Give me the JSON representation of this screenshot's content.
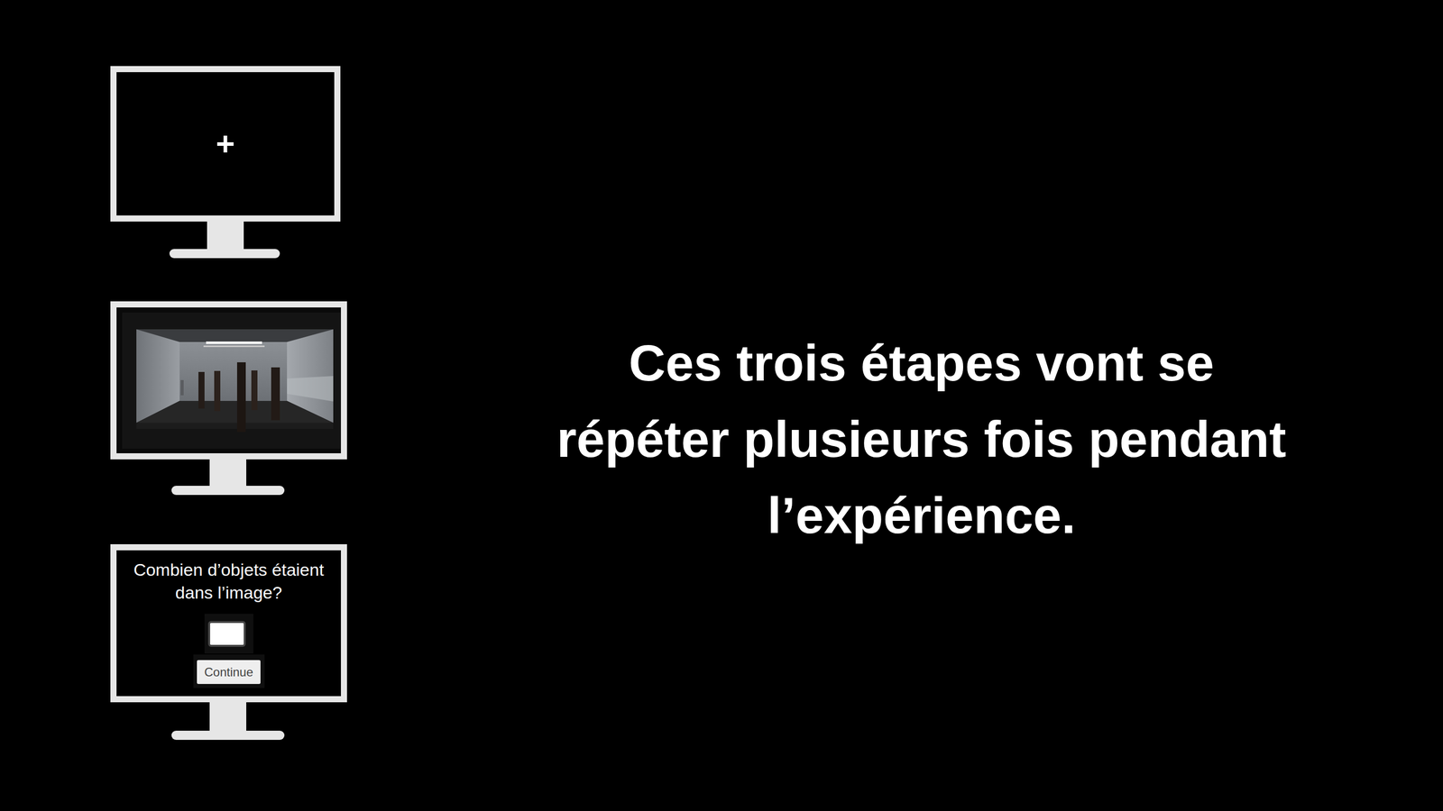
{
  "diagram": {
    "nodes": [
      {
        "text": [
          "+"
        ]
      },
      {
        "text": [
          "Combien d’objets étaient dans l’image?"
        ]
      },
      {
        "text": [
          "Continue"
        ],
        "in": 1
      }
    ],
    "labels": [
      "Ces trois étapes vont se répéter plusieurs fois pendant l’expérience."
    ]
  }
}
